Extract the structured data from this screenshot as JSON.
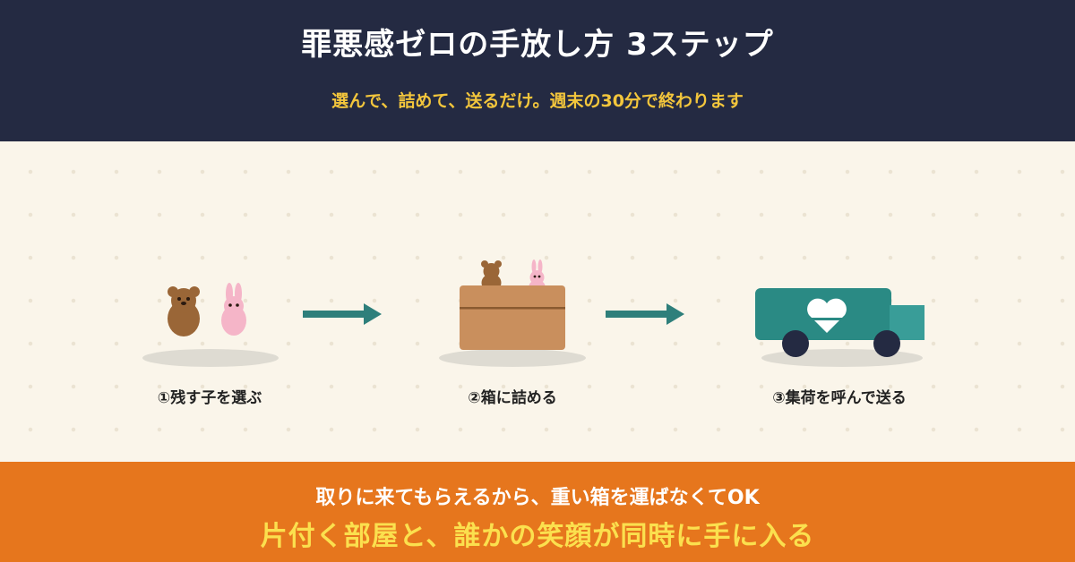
{
  "header": {
    "title": "罪悪感ゼロの手放し方 3ステップ",
    "subtitle": "選んで、詰めて、送るだけ。週末の30分で終わります"
  },
  "steps": [
    {
      "label": "①残す子を選ぶ",
      "illustration": "teddy-bear-and-bunny"
    },
    {
      "label": "②箱に詰める",
      "illustration": "box-with-toys"
    },
    {
      "label": "③集荷を呼んで送る",
      "illustration": "delivery-truck-heart"
    }
  ],
  "footer": {
    "line1": "取りに来てもらえるから、重い箱を運ばなくてOK",
    "line2": "片付く部屋と、誰かの笑顔が同時に手に入る"
  },
  "colors": {
    "header_bg": "#242a42",
    "subtitle": "#f3c63c",
    "page_bg": "#faf5ea",
    "arrow": "#2e7f7b",
    "truck": "#2a8a84",
    "box": "#c98f5d",
    "bear": "#9a6637",
    "bunny": "#f5b5c8",
    "footer_bg": "#e6761d",
    "footer_highlight": "#fbe04e"
  }
}
